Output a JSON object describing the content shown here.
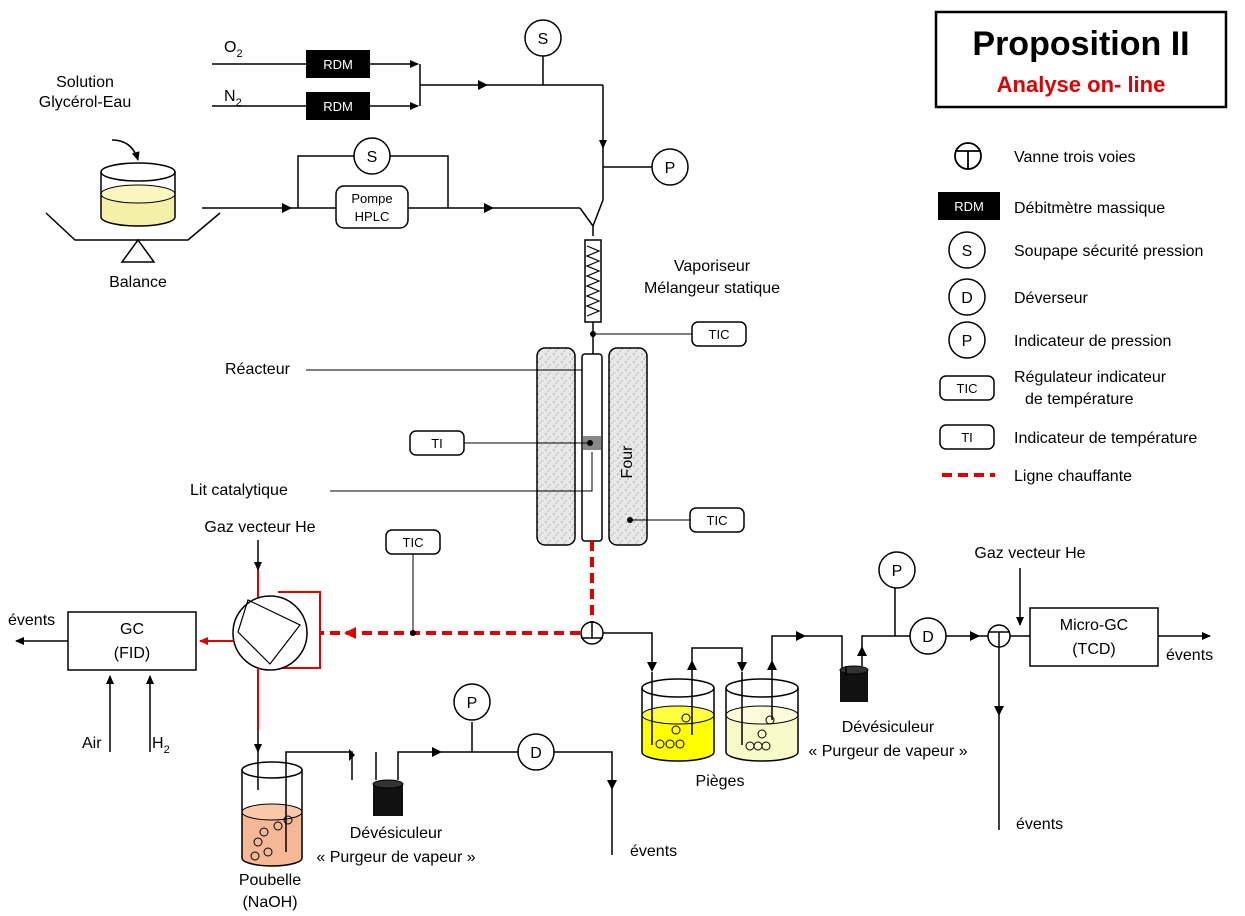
{
  "title_box": {
    "title": "Proposition II",
    "subtitle": "Analyse on- line"
  },
  "feed": {
    "o2": "O",
    "o2_sub": "2",
    "n2": "N",
    "n2_sub": "2",
    "rdm": "RDM",
    "solution_line1": "Solution",
    "solution_line2": "Glycérol-Eau",
    "balance": "Balance",
    "pump_line1": "Pompe",
    "pump_line2": "HPLC",
    "s": "S",
    "p": "P"
  },
  "reactor": {
    "vaporiser_line1": "Vaporiseur",
    "vaporiser_line2": "Mélangeur statique",
    "tic": "TIC",
    "ti": "TI",
    "reacteur": "Réacteur",
    "lit": "Lit catalytique",
    "four": "Four"
  },
  "gc": {
    "carrier": "Gaz vecteur He",
    "vents": "évents",
    "gc_line1": "GC",
    "gc_line2": "(FID)",
    "air": "Air",
    "h2": "H",
    "h2_sub": "2",
    "tic": "TIC",
    "poubelle_line1": "Poubelle",
    "poubelle_line2": "(NaOH)",
    "devesic_line1": "Dévésiculeur",
    "devesic_line2": "« Purgeur de vapeur »",
    "p": "P",
    "d": "D",
    "vents2": "évents"
  },
  "right": {
    "pieges": "Pièges",
    "devesic_line1": "Dévésiculeur",
    "devesic_line2": "« Purgeur de vapeur »",
    "p": "P",
    "d": "D",
    "carrier": "Gaz vecteur He",
    "micro_line1": "Micro-GC",
    "micro_line2": "(TCD)",
    "vents": "évents",
    "vents_down": "évents"
  },
  "legend": {
    "items": [
      {
        "symbol": "valve",
        "label": "Vanne trois voies"
      },
      {
        "symbol": "RDM",
        "label": "Débitmètre massique"
      },
      {
        "symbol": "S",
        "label": "Soupape sécurité pression"
      },
      {
        "symbol": "D",
        "label": "Déverseur"
      },
      {
        "symbol": "P",
        "label": "Indicateur de pression"
      },
      {
        "symbol": "TIC",
        "label": "Régulateur indicateur",
        "label2": "de température"
      },
      {
        "symbol": "TI",
        "label": "Indicateur de température"
      },
      {
        "symbol": "line",
        "label": "Ligne chauffante"
      }
    ],
    "heated_color": "#e00000"
  }
}
